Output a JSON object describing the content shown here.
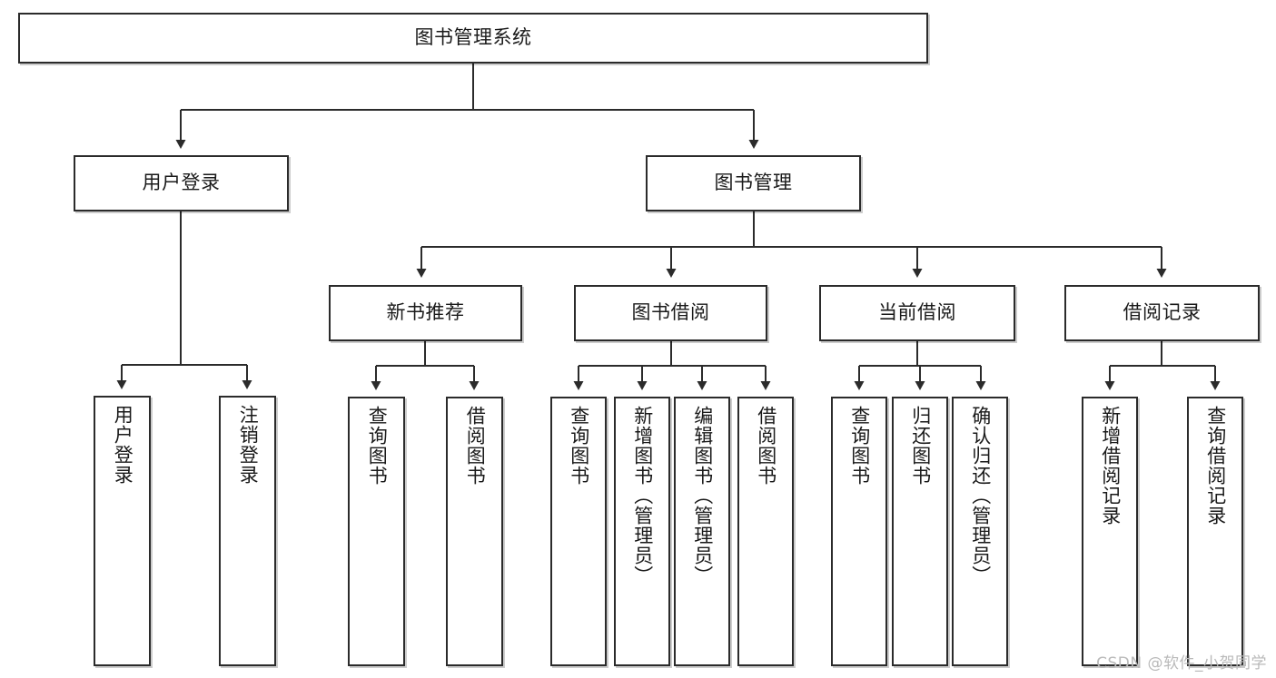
{
  "diagram": {
    "title": "图书管理系统",
    "type": "tree-hierarchy-chart",
    "orientation": "top-down",
    "colors": {
      "box_border": "#2b2b2b",
      "box_fill": "#ffffff",
      "connector": "#2b2b2b",
      "text": "#1a1a1a",
      "watermark": "#b9b9b9",
      "background": "#ffffff"
    },
    "root": {
      "label": "图书管理系统"
    },
    "level2": [
      {
        "id": "user-login",
        "label": "用户登录"
      },
      {
        "id": "book-management",
        "label": "图书管理"
      }
    ],
    "level3": [
      {
        "id": "new-book-recommend",
        "label": "新书推荐"
      },
      {
        "id": "book-borrow",
        "label": "图书借阅"
      },
      {
        "id": "current-borrow",
        "label": "当前借阅"
      },
      {
        "id": "borrow-record",
        "label": "借阅记录"
      }
    ],
    "leaves": {
      "user_login": [
        {
          "id": "leaf-user-login",
          "label": "用户登录"
        },
        {
          "id": "leaf-logout-login",
          "label": "注销登录"
        }
      ],
      "new_book_recommend": [
        {
          "id": "leaf-query-book-1",
          "label": "查询图书"
        },
        {
          "id": "leaf-borrow-book-1",
          "label": "借阅图书"
        }
      ],
      "book_borrow": [
        {
          "id": "leaf-query-book-2",
          "label": "查询图书"
        },
        {
          "id": "leaf-add-book",
          "label": "新增图书（管理员）"
        },
        {
          "id": "leaf-edit-book",
          "label": "编辑图书（管理员）"
        },
        {
          "id": "leaf-borrow-book-2",
          "label": "借阅图书"
        }
      ],
      "current_borrow": [
        {
          "id": "leaf-query-book-3",
          "label": "查询图书"
        },
        {
          "id": "leaf-return-book",
          "label": "归还图书"
        },
        {
          "id": "leaf-confirm-return",
          "label": "确认归还（管理员）"
        }
      ],
      "borrow_record": [
        {
          "id": "leaf-add-borrow-record",
          "label": "新增借阅记录"
        },
        {
          "id": "leaf-query-borrow-record",
          "label": "查询借阅记录"
        }
      ]
    }
  },
  "watermark": {
    "text": "CSDN @软件_小贺同学"
  }
}
